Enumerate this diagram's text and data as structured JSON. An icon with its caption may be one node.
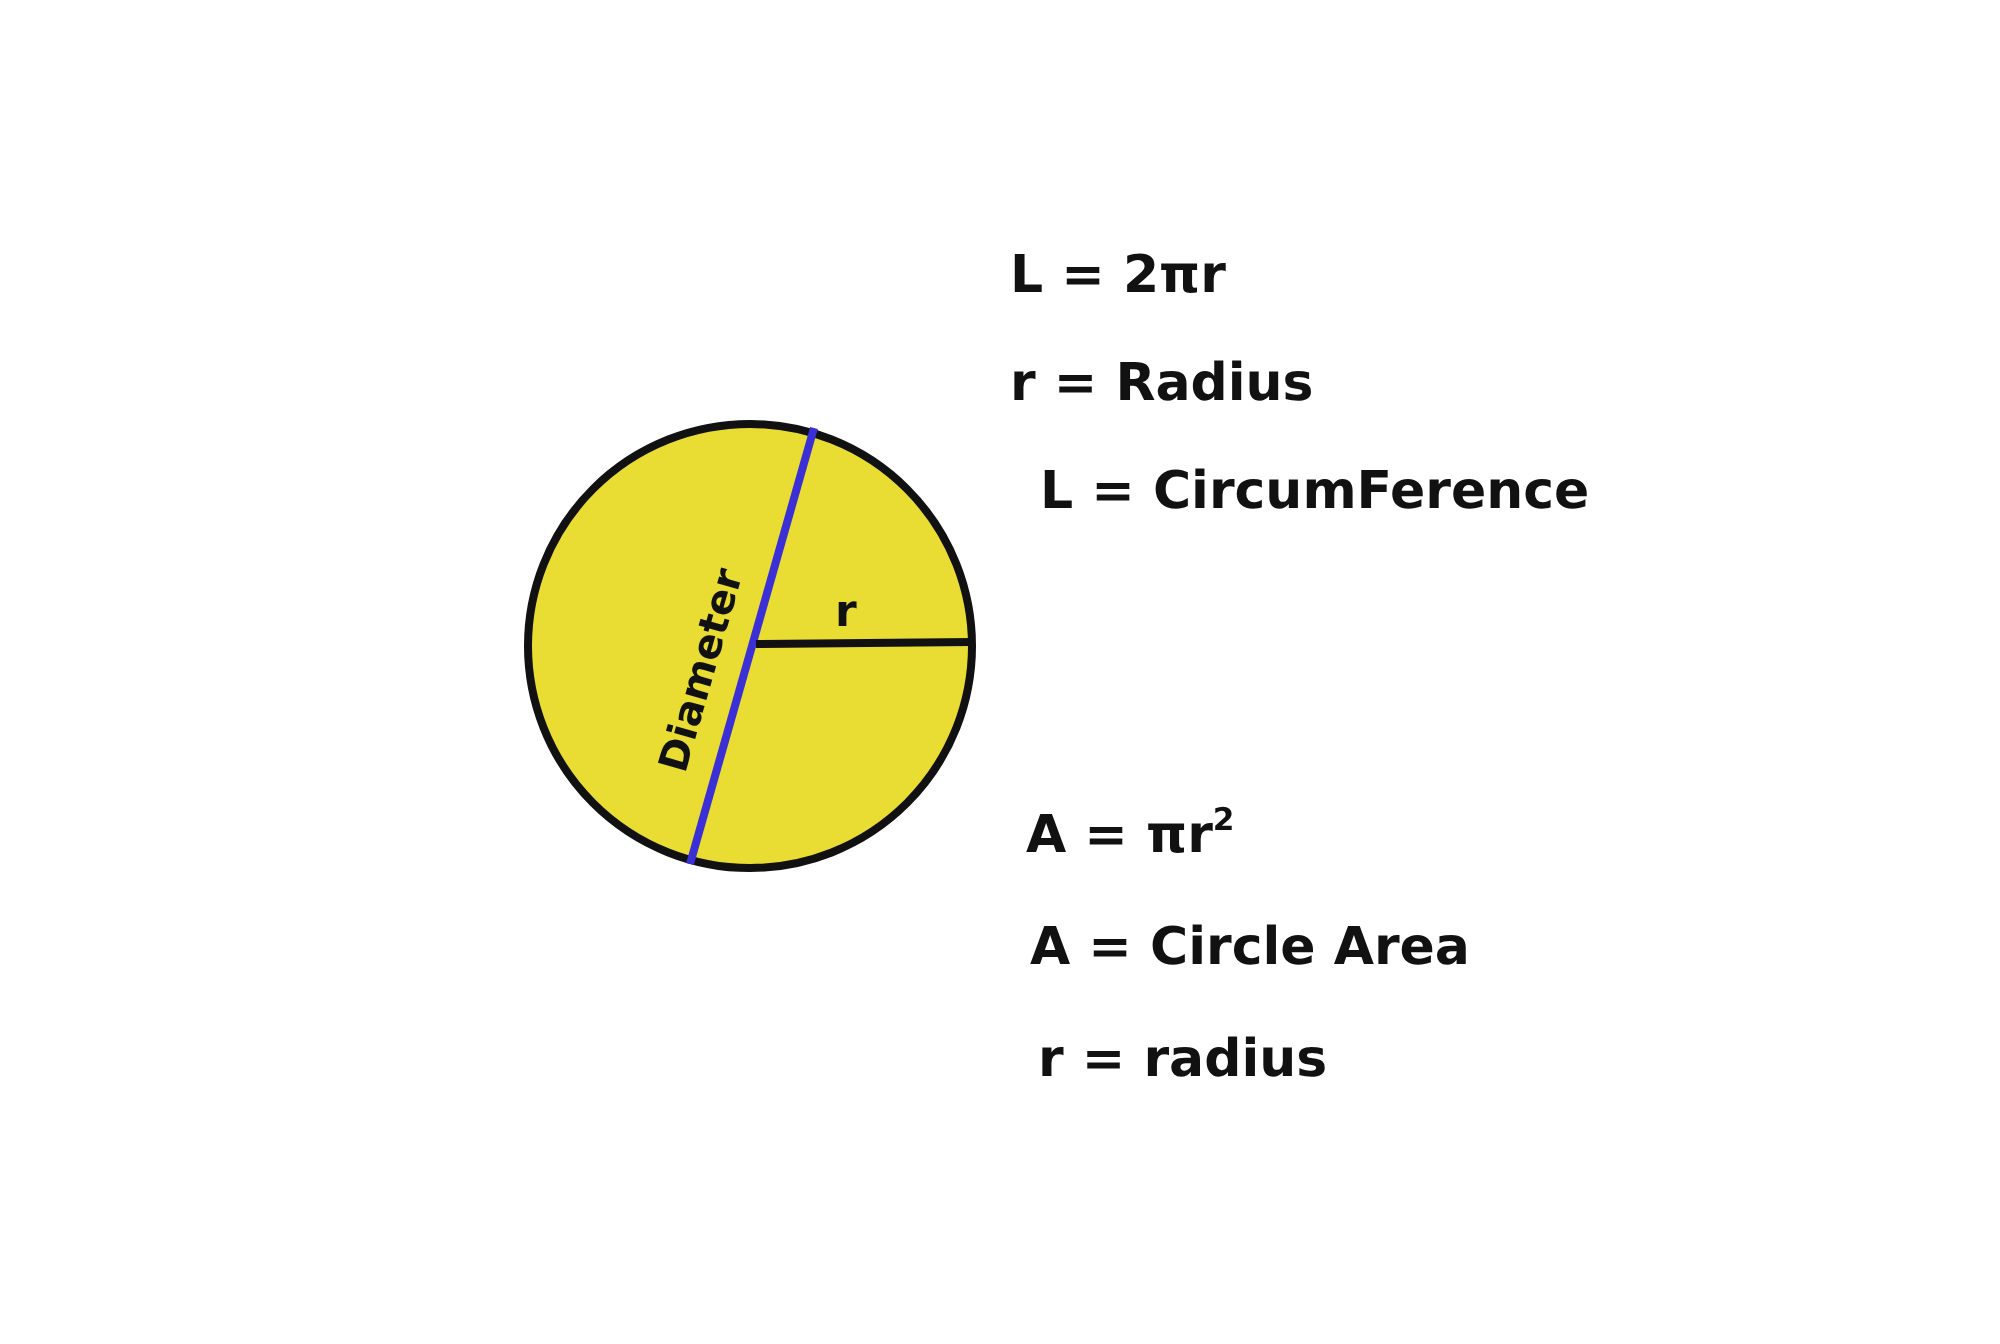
{
  "diagram": {
    "nodes": [
      {
        "text": [
          "Diameter",
          "r"
        ]
      }
    ],
    "labels": [
      "L = 2πr",
      "r = Radius",
      "L = CircumFerence",
      "A = πr$^{2}$",
      "A = Circle Area",
      "r = radius"
    ]
  }
}
